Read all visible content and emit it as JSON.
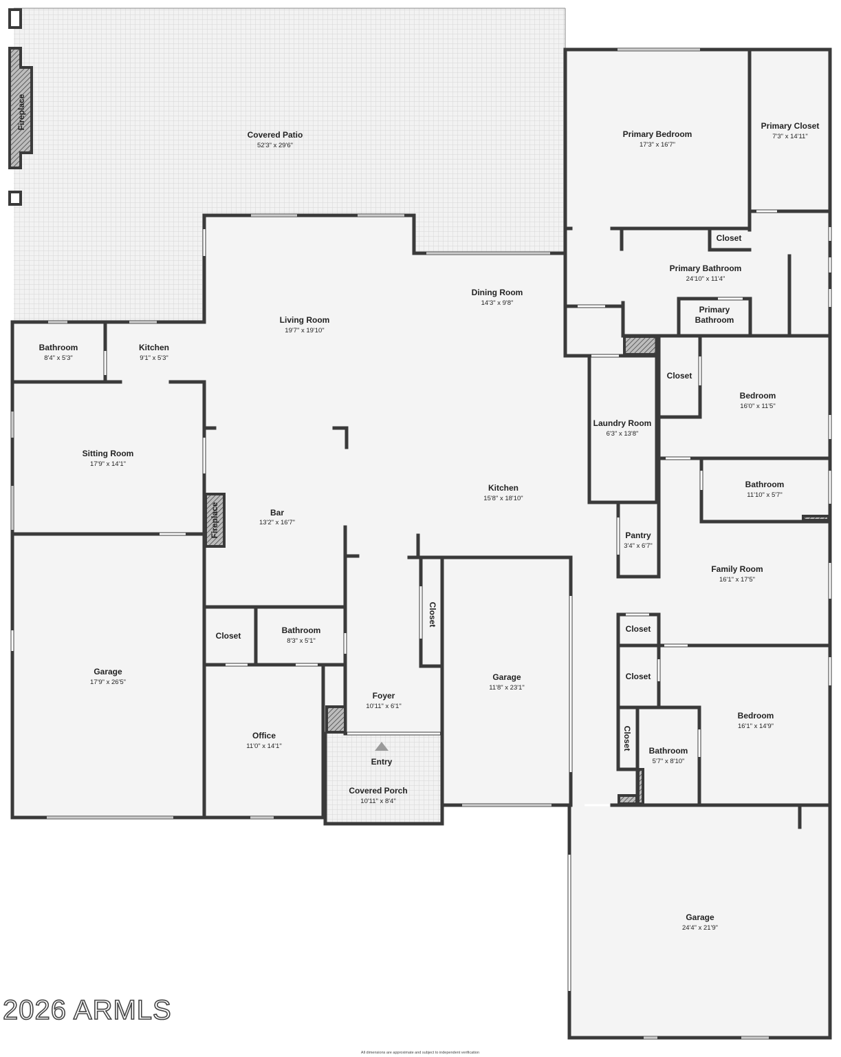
{
  "rooms": {
    "covered_patio": {
      "name": "Covered Patio",
      "dim": "52'3\" x 29'6\""
    },
    "fireplace_patio": {
      "name": "Fireplace"
    },
    "living_room": {
      "name": "Living Room",
      "dim": "19'7\" x 19'10\""
    },
    "dining_room": {
      "name": "Dining Room",
      "dim": "14'3\" x 9'8\""
    },
    "primary_bedroom": {
      "name": "Primary Bedroom",
      "dim": "17'3\" x 16'7\""
    },
    "primary_closet": {
      "name": "Primary Closet",
      "dim": "7'3\" x 14'11\""
    },
    "primary_closet_small": {
      "name": "Closet"
    },
    "primary_bathroom": {
      "name": "Primary Bathroom",
      "dim": "24'10\" x 11'4\""
    },
    "primary_bathroom_wc_1": {
      "name": "Primary"
    },
    "primary_bathroom_wc_2": {
      "name": "Bathroom"
    },
    "bathroom_casita": {
      "name": "Bathroom",
      "dim": "8'4\" x 5'3\""
    },
    "kitchen_casita": {
      "name": "Kitchen",
      "dim": "9'1\" x 5'3\""
    },
    "sitting_room": {
      "name": "Sitting Room",
      "dim": "17'9\" x 14'1\""
    },
    "fireplace_bar": {
      "name": "Fireplace"
    },
    "bar": {
      "name": "Bar",
      "dim": "13'2\" x 16'7\""
    },
    "kitchen": {
      "name": "Kitchen",
      "dim": "15'8\" x 18'10\""
    },
    "laundry_room": {
      "name": "Laundry Room",
      "dim": "6'3\" x 13'8\""
    },
    "closet_bed2": {
      "name": "Closet"
    },
    "bedroom_2": {
      "name": "Bedroom",
      "dim": "16'0\" x 11'5\""
    },
    "bathroom_2": {
      "name": "Bathroom",
      "dim": "11'10\" x 5'7\""
    },
    "pantry": {
      "name": "Pantry",
      "dim": "3'4\" x 6'7\""
    },
    "family_room": {
      "name": "Family Room",
      "dim": "16'1\" x 17'5\""
    },
    "garage_left": {
      "name": "Garage",
      "dim": "17'9\" x 26'5\""
    },
    "closet_hall": {
      "name": "Closet"
    },
    "bathroom_hall": {
      "name": "Bathroom",
      "dim": "8'3\" x 5'1\""
    },
    "closet_foyer": {
      "name": "Closet"
    },
    "garage_mid": {
      "name": "Garage",
      "dim": "11'8\" x 23'1\""
    },
    "foyer": {
      "name": "Foyer",
      "dim": "10'11\" x 6'1\""
    },
    "office": {
      "name": "Office",
      "dim": "11'0\" x 14'1\""
    },
    "entry": {
      "name": "Entry"
    },
    "covered_porch": {
      "name": "Covered Porch",
      "dim": "10'11\" x 8'4\""
    },
    "closet_a": {
      "name": "Closet"
    },
    "closet_b": {
      "name": "Closet"
    },
    "closet_c": {
      "name": "Closet"
    },
    "bedroom_3": {
      "name": "Bedroom",
      "dim": "16'1\" x 14'9\""
    },
    "bathroom_3": {
      "name": "Bathroom",
      "dim": "5'7\" x 8'10\""
    },
    "garage_right": {
      "name": "Garage",
      "dim": "24'4\" x 21'9\""
    }
  },
  "copyright": "2026 ARMLS",
  "disclaimer": "All dimensions are approximate and subject to independent verification"
}
